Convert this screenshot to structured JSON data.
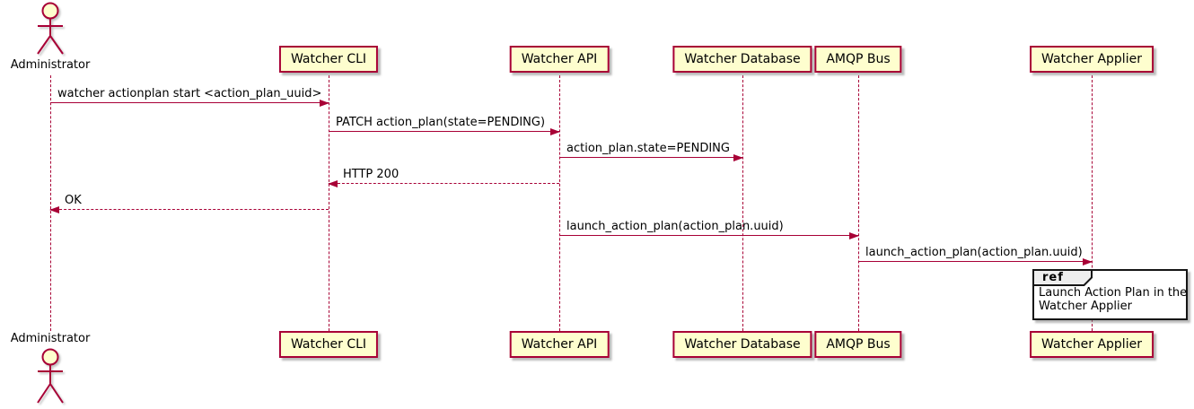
{
  "colors": {
    "participant_fill": "#FEFECE",
    "participant_border": "#A80036",
    "arrow_color": "#A80036",
    "lifeline_color": "#A80036",
    "text_color": "#000000",
    "ref_header_fill": "#EEEEEE",
    "ref_border": "#151515"
  },
  "actor": {
    "label": "Administrator"
  },
  "participants": [
    {
      "label": "Watcher CLI"
    },
    {
      "label": "Watcher API"
    },
    {
      "label": "Watcher Database"
    },
    {
      "label": "AMQP Bus"
    },
    {
      "label": "Watcher Applier"
    }
  ],
  "messages": [
    {
      "label": "watcher actionplan start <action_plan_uuid>",
      "from": "Administrator",
      "to": "Watcher CLI",
      "line": "solid",
      "direction": "right"
    },
    {
      "label": "PATCH action_plan(state=PENDING)",
      "from": "Watcher CLI",
      "to": "Watcher API",
      "line": "solid",
      "direction": "right"
    },
    {
      "label": "action_plan.state=PENDING",
      "from": "Watcher API",
      "to": "Watcher Database",
      "line": "solid",
      "direction": "right"
    },
    {
      "label": "HTTP 200",
      "from": "Watcher API",
      "to": "Watcher CLI",
      "line": "dashed",
      "direction": "left"
    },
    {
      "label": "OK",
      "from": "Watcher CLI",
      "to": "Administrator",
      "line": "dashed",
      "direction": "left"
    },
    {
      "label": "launch_action_plan(action_plan.uuid)",
      "from": "Watcher API",
      "to": "AMQP Bus",
      "line": "solid",
      "direction": "right"
    },
    {
      "label": "launch_action_plan(action_plan.uuid)",
      "from": "AMQP Bus",
      "to": "Watcher Applier",
      "line": "solid",
      "direction": "right"
    }
  ],
  "ref_fragment": {
    "keyword": "ref",
    "line1": "Launch Action Plan in the",
    "line2": "Watcher Applier",
    "over": "Watcher Applier"
  }
}
